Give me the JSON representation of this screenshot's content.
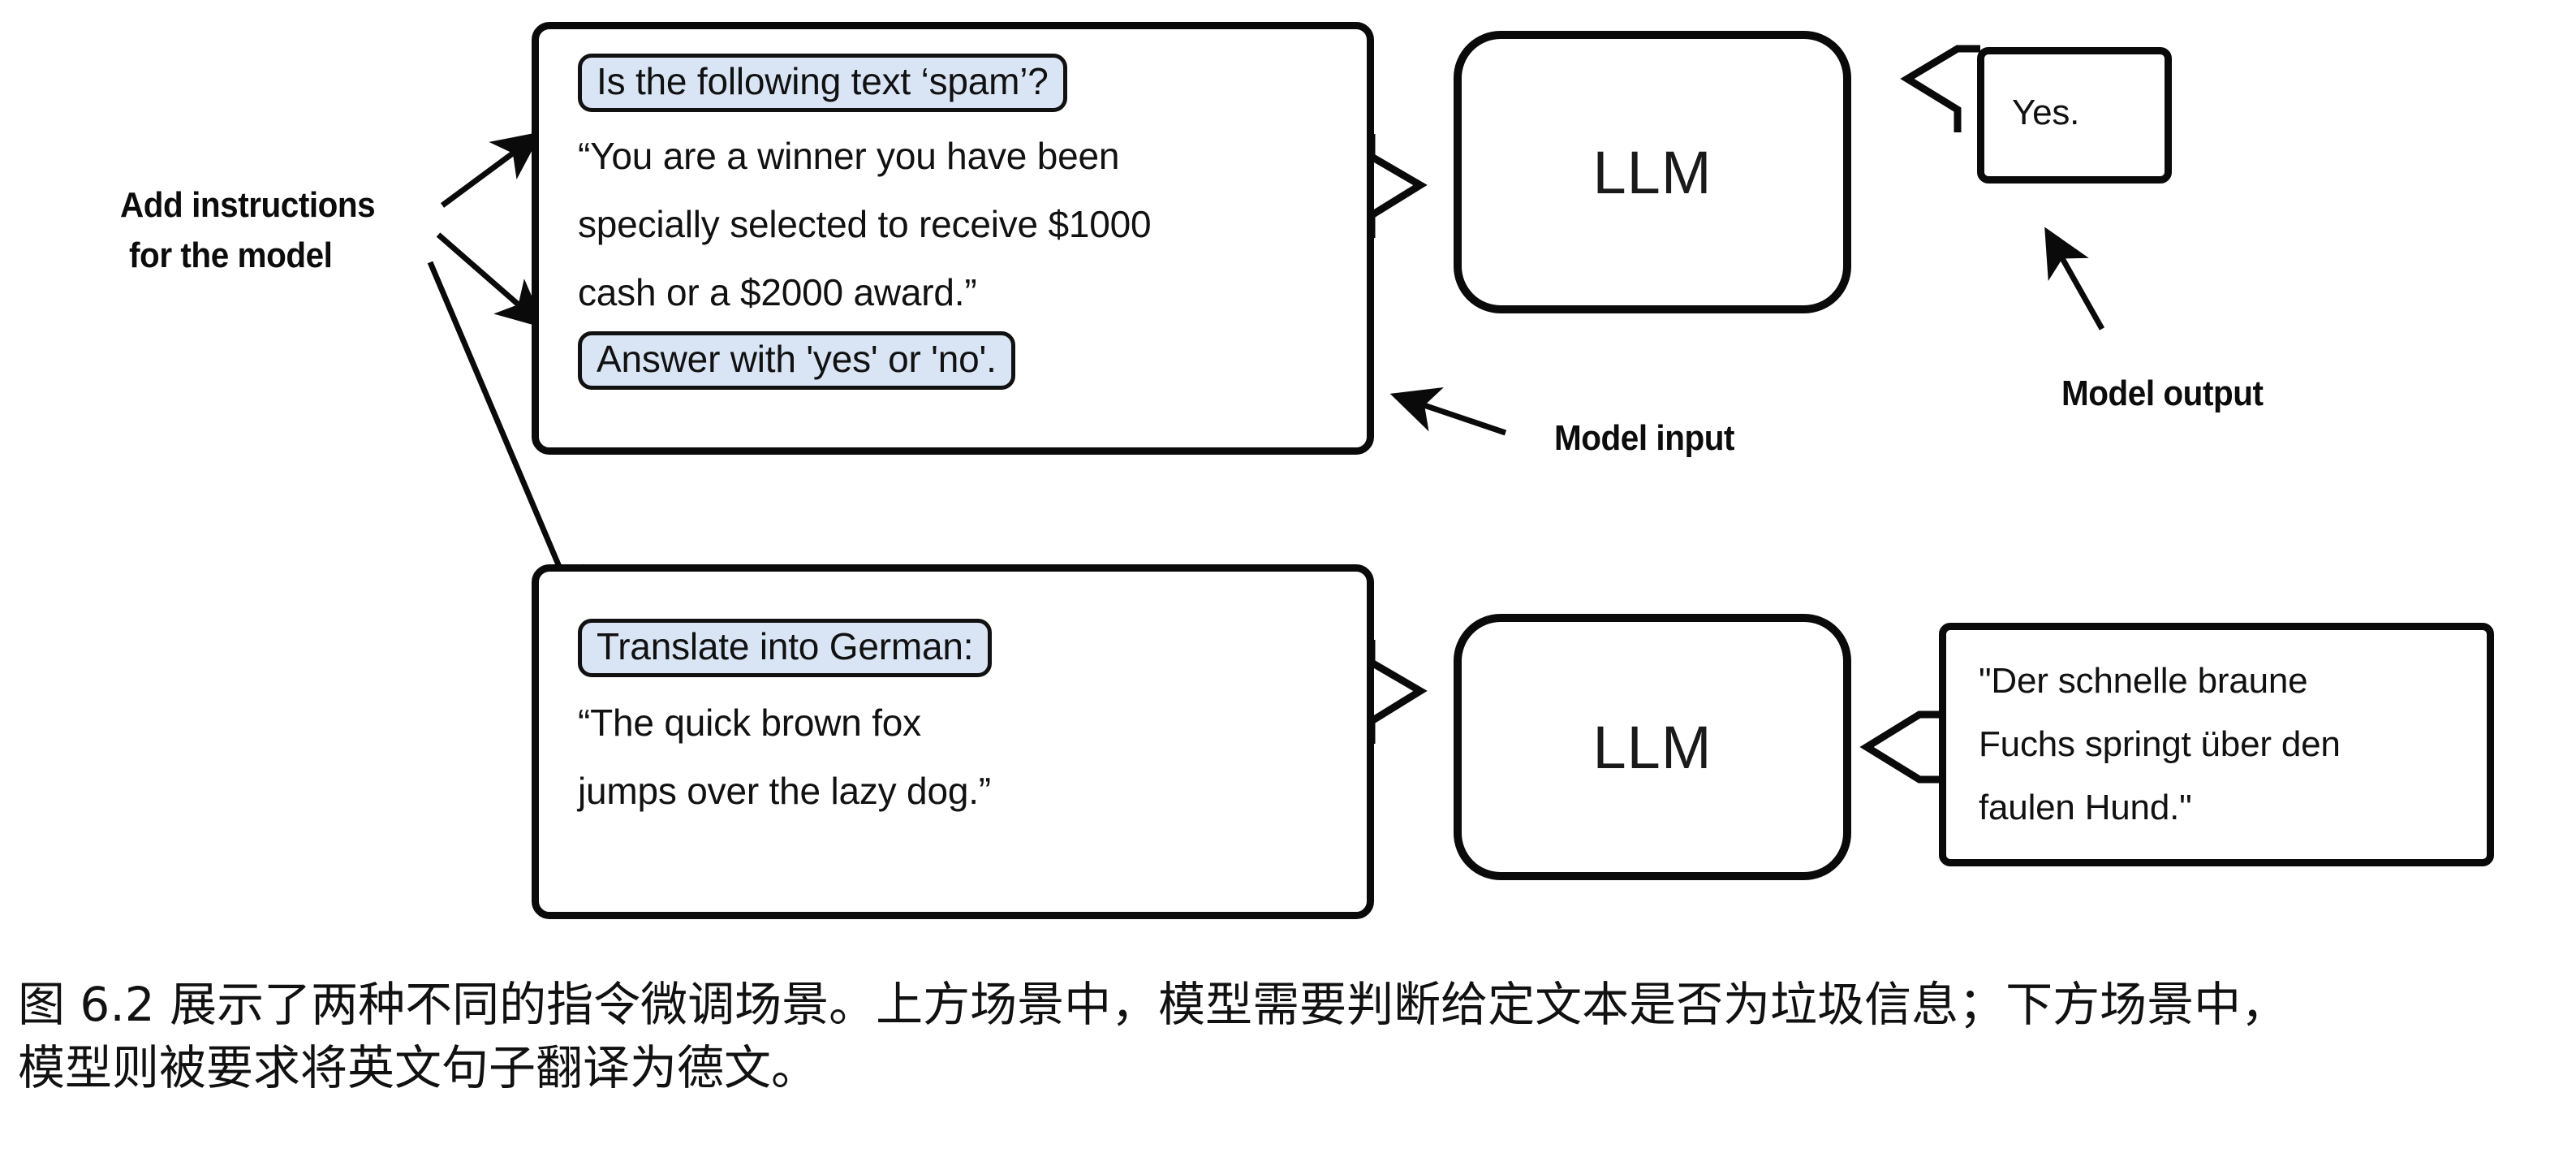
{
  "figure": {
    "annotations": {
      "add_instructions_line1": "Add instructions",
      "add_instructions_line2": "for the model",
      "model_input": "Model input",
      "model_output": "Model output"
    },
    "scenarios": [
      {
        "id": "spam-classification",
        "input": {
          "instruction_chip_top": "Is the following text ‘spam’?",
          "body_lines": [
            "“You are a winner you have been",
            "specially selected to receive $1000",
            "cash or a $2000 award.”"
          ],
          "instruction_chip_bottom": "Answer with 'yes' or 'no'."
        },
        "model": {
          "label": "LLM"
        },
        "output": {
          "lines": [
            "Yes."
          ]
        }
      },
      {
        "id": "german-translation",
        "input": {
          "instruction_chip_top": "Translate into German:",
          "body_lines": [
            "“The quick brown fox",
            "jumps over the lazy dog.”"
          ],
          "instruction_chip_bottom": null
        },
        "model": {
          "label": "LLM"
        },
        "output": {
          "lines": [
            "\"Der schnelle braune",
            "Fuchs springt über den",
            "faulen Hund.\""
          ]
        }
      }
    ]
  },
  "caption": {
    "line1": "图 6.2 展示了两种不同的指令微调场景。上方场景中，模型需要判断给定文本是否为垃圾信息；下方场景中，",
    "line2": "模型则被要求将英文句子翻译为德文。"
  },
  "colors": {
    "chip_fill": "#d9e5f5",
    "stroke": "#0a0a0a",
    "text": "#111111",
    "background": "#ffffff"
  }
}
